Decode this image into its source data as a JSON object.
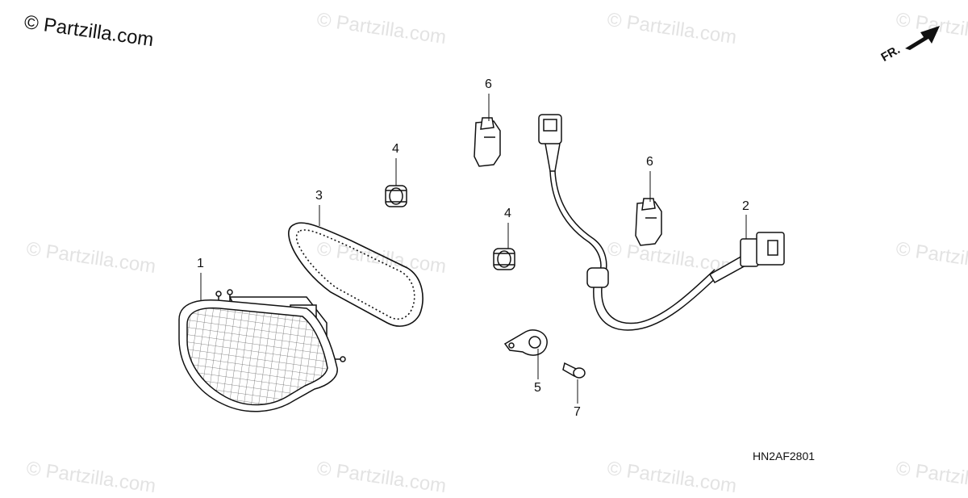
{
  "copyright": "© Partzilla.com",
  "watermark": "© Partzilla.com",
  "diagram_code": "HN2AF2801",
  "direction_label": "FR.",
  "callouts": [
    "1",
    "2",
    "3",
    "4",
    "4",
    "5",
    "6",
    "6",
    "7"
  ],
  "parts": [
    {
      "ref": "1",
      "name": "tail-light-lens-icon"
    },
    {
      "ref": "2",
      "name": "wire-harness-icon"
    },
    {
      "ref": "3",
      "name": "lens-gasket-icon"
    },
    {
      "ref": "4",
      "name": "grommet-icon"
    },
    {
      "ref": "5",
      "name": "cable-clamp-icon"
    },
    {
      "ref": "6",
      "name": "connector-clip-icon"
    },
    {
      "ref": "7",
      "name": "bolt-icon"
    }
  ]
}
